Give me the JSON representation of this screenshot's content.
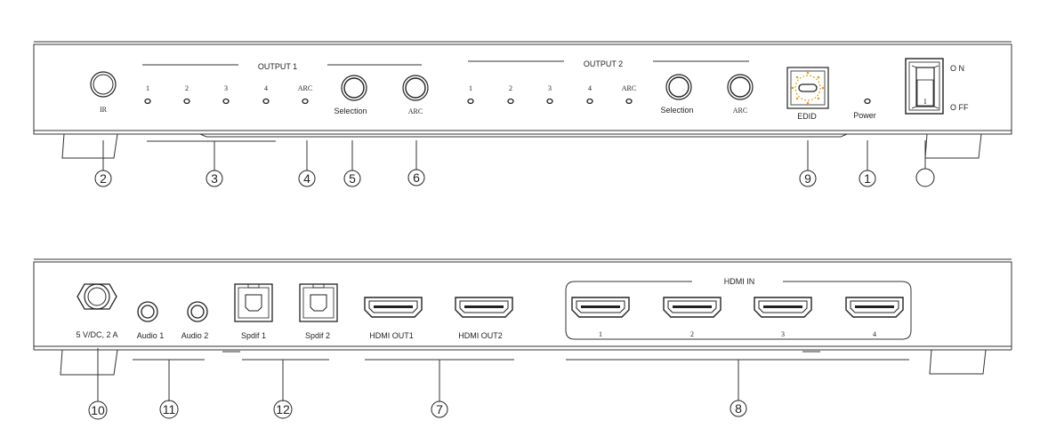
{
  "front": {
    "ir_label": "IR",
    "output1_heading": "OUTPUT 1",
    "output2_heading": "OUTPUT 2",
    "led_labels": [
      "1",
      "2",
      "3",
      "4",
      "ARC"
    ],
    "selection_label": "Selection",
    "arc_label": "ARC",
    "edid_label": "EDID",
    "power_label": "Power",
    "switch_on_label": "O N",
    "switch_off_label": "O FF",
    "switch_mark": "I"
  },
  "rear": {
    "dc_label": "5 V/DC, 2 A",
    "audio1_label": "Audio 1",
    "audio2_label": "Audio 2",
    "spdif1_label": "Spdif 1",
    "spdif2_label": "Spdif 2",
    "hdmi_out1_label": "HDMI OUT1",
    "hdmi_out2_label": "HDMI OUT2",
    "hdmi_in_heading": "HDMI  IN",
    "hdmi_in_labels": [
      "1",
      "2",
      "3",
      "4"
    ]
  },
  "callouts": {
    "front": [
      "2",
      "3",
      "4",
      "5",
      "6",
      "9",
      "1",
      ""
    ],
    "rear": [
      "10",
      "11",
      "12",
      "7",
      "8"
    ]
  }
}
